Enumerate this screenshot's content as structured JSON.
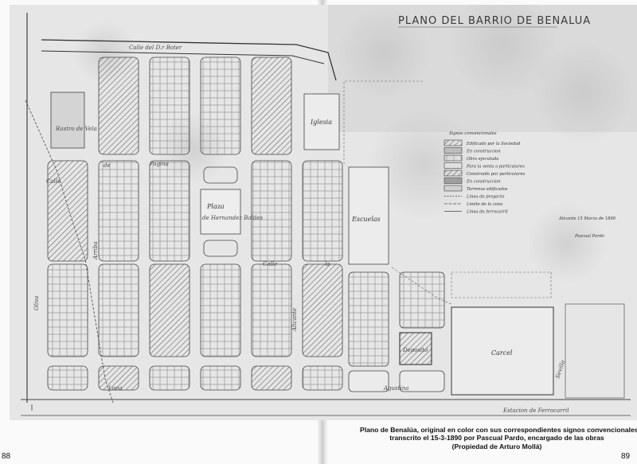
{
  "map": {
    "title": "PLANO DEL BARRIO DE BENALUA",
    "streets": {
      "top": "Calle del D.r Boter",
      "calle": "Calle",
      "de": "de",
      "la": "la",
      "pagination": "Pagina",
      "bottom_left": "Lona",
      "bottom_right": "Agustina",
      "rail": "Estacion de Ferrocarril",
      "arriba": "Arriba",
      "oliva": "Oliva",
      "alicante": "Alicante",
      "sevilla": "Sevilla"
    },
    "buildings": {
      "rastro": "Rastro de Vela",
      "plaza": "Plaza",
      "plaza_sub": "de Hernandez Baldes",
      "iglesia": "Iglesia",
      "escuelas": "Escuelas",
      "carcel": "Carcel",
      "deposito": "Deposito"
    },
    "legend": {
      "title": "Signos convencionales",
      "items": [
        "Edificado por la Sociedad",
        "En construccion",
        "Obra ejecutada",
        "Para la venta a particulares",
        "Construido por particulares",
        "En construccion",
        "Terrenos edificados",
        "Linea de proyecto",
        "Limite de la zona",
        "Linea de ferrocarril"
      ]
    },
    "date_note": "Alicante 15 Marzo de 1890",
    "signature": "Pascual Pardo"
  },
  "caption": {
    "line1": "Plano de Benalúa, original en color con sus correspondientes signos convencionales,",
    "line2": "transcrito el 15-3-1890 por Pascual Pardo, encargado de las obras",
    "line3": "(Propiedad de Arturo Mollá)"
  },
  "page_numbers": {
    "left": "88",
    "right": "89"
  }
}
